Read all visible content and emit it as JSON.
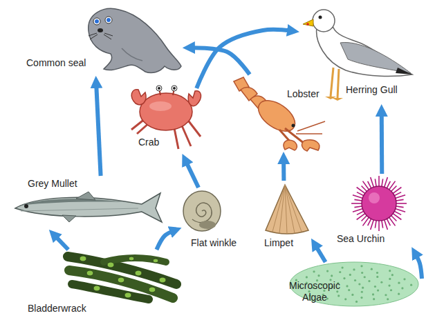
{
  "diagram": {
    "nodes": [
      {
        "text": [
          "Common seal"
        ]
      },
      {
        "text": [
          "Herring Gull"
        ]
      },
      {
        "text": [
          "Crab"
        ]
      },
      {
        "text": [
          "Lobster"
        ]
      },
      {
        "text": [
          "Grey Mullet"
        ]
      },
      {
        "text": [
          "Flat winkle"
        ]
      },
      {
        "text": [
          "Limpet"
        ]
      },
      {
        "text": [
          "Sea Urchin"
        ]
      },
      {
        "text": [
          "Bladderwrack"
        ]
      },
      {
        "text": [
          "Microscopic Algae"
        ]
      }
    ],
    "edges": [
      {
        "from": 8,
        "to": 4,
        "arrow": "to"
      },
      {
        "from": 8,
        "to": 5,
        "arrow": "to"
      },
      {
        "from": 4,
        "to": 0,
        "arrow": "to"
      },
      {
        "from": 5,
        "to": 2,
        "arrow": "to"
      },
      {
        "from": 2,
        "to": 1,
        "arrow": "to"
      },
      {
        "from": 3,
        "to": 0,
        "arrow": "to"
      },
      {
        "from": 6,
        "to": 3,
        "arrow": "to"
      },
      {
        "from": 9,
        "to": 6,
        "arrow": "to"
      },
      {
        "from": 9,
        "to": 7,
        "arrow": "to"
      },
      {
        "from": 7,
        "to": 1,
        "arrow": "to"
      }
    ]
  }
}
